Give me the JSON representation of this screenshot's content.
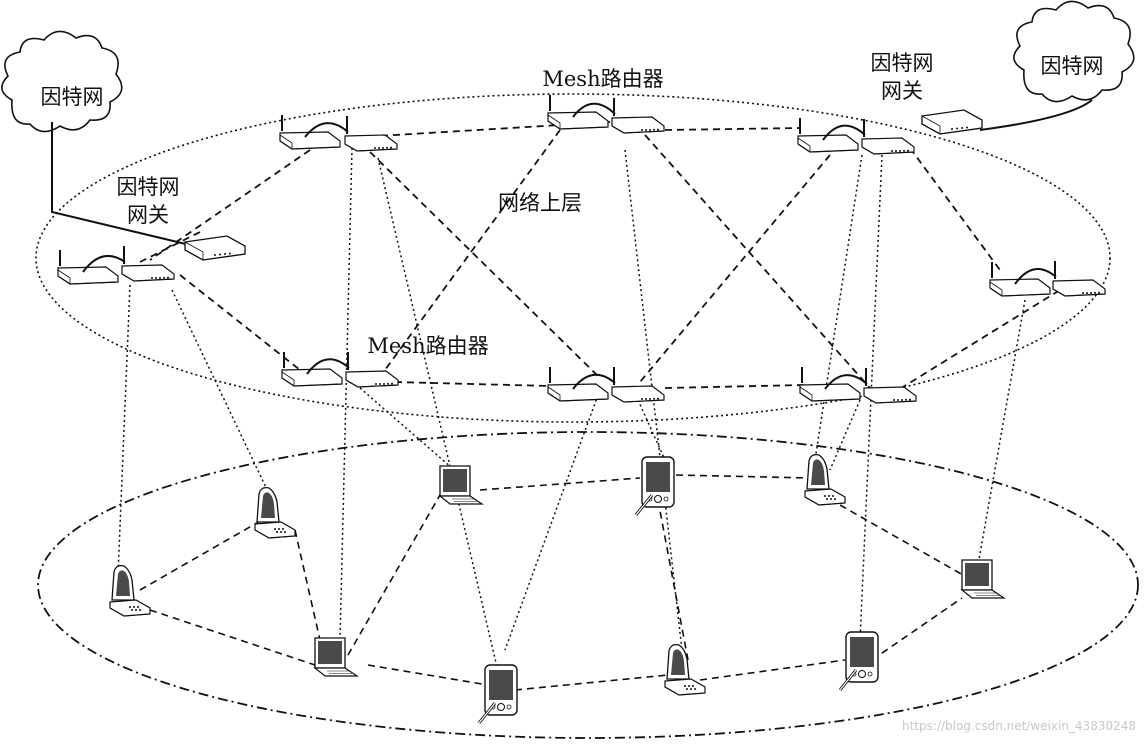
{
  "labels": {
    "internet_left": "因特网",
    "internet_right": "因特网",
    "gateway_left_line1": "因特网",
    "gateway_left_line2": "网关",
    "gateway_right_line1": "因特网",
    "gateway_right_line2": "网关",
    "mesh_router_top": "Mesh路由器",
    "mesh_router_mid": "Mesh路由器",
    "upper_layer": "网络上层"
  },
  "watermark": "https://blog.csdn.net/weixin_43830248",
  "colors": {
    "line": "#111111",
    "device_fill": "#ffffff",
    "screen": "#4a4a4a",
    "watermark": "#c8c8c8"
  },
  "icons": {
    "cloud": "cloud-icon",
    "router": "wireless-router-icon",
    "gateway": "gateway-device-icon",
    "laptop": "laptop-icon",
    "phone": "flip-phone-icon",
    "pda": "pda-icon"
  }
}
